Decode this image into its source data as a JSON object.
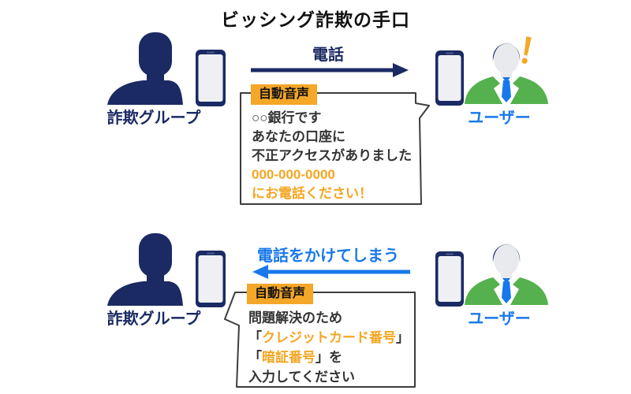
{
  "title": "ビッシング詐欺の手口",
  "colors": {
    "navy": "#1b2a63",
    "blue": "#1878eb",
    "orange": "#f5a623",
    "green": "#55b14e",
    "face": "#e8eaee",
    "screen": "#eef0f3",
    "bubble_border": "#3d3d3d"
  },
  "top": {
    "scammer_label": "詐欺グループ",
    "user_label": "ユーザー",
    "arrow_label": "電話",
    "alert_mark": "！",
    "bubble": {
      "tag": "自動音声",
      "line1": "○○銀行です",
      "line2": "あなたの口座に",
      "line3": "不正アクセスがありました",
      "line4": "000-000-0000",
      "line5": "にお電話ください！"
    }
  },
  "bottom": {
    "scammer_label": "詐欺グループ",
    "user_label": "ユーザー",
    "arrow_label": "電話をかけてしまう",
    "bubble": {
      "tag": "自動音声",
      "line1": "問題解決のため",
      "line2_pre": "「",
      "line2_hl": "クレジットカード番号",
      "line2_post": "」",
      "line3_pre": "「",
      "line3_hl": "暗証番号",
      "line3_post": "」を",
      "line4": "入力してください"
    }
  }
}
